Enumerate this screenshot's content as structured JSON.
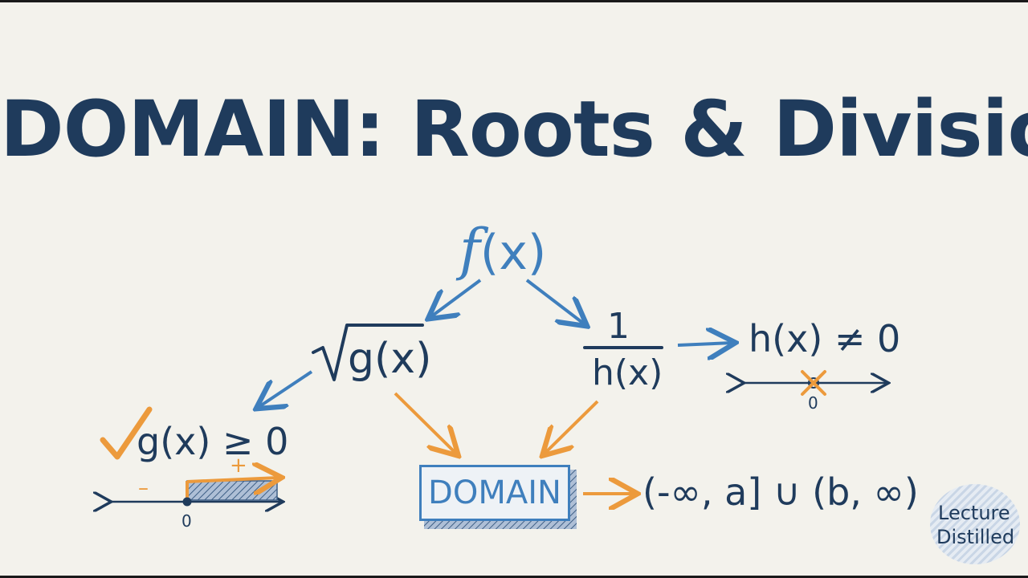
{
  "title": "DOMAIN: Roots & Division",
  "root_node": {
    "f": "f",
    "args": "(x)"
  },
  "sqrt_branch": {
    "radicand": "g(x)",
    "condition": "g(x) ≥ 0",
    "number_line": {
      "zero_label": "0",
      "negative_sign": "–",
      "positive_sign": "+"
    }
  },
  "division_branch": {
    "numerator": "1",
    "denominator": "h(x)",
    "condition": "h(x) ≠ 0",
    "number_line": {
      "zero_label": "0"
    }
  },
  "domain_box": {
    "label": "DOMAIN"
  },
  "result_interval": "(-∞, a] ∪ (b, ∞)",
  "badge": {
    "line1": "Lecture",
    "line2": "Distilled"
  },
  "colors": {
    "navy": "#1f3b5c",
    "blue": "#3f7fbd",
    "orange": "#ec9a3c",
    "background": "#f3f2ec"
  },
  "icons": [
    "check-icon",
    "cross-out-icon",
    "arrow-icon"
  ]
}
